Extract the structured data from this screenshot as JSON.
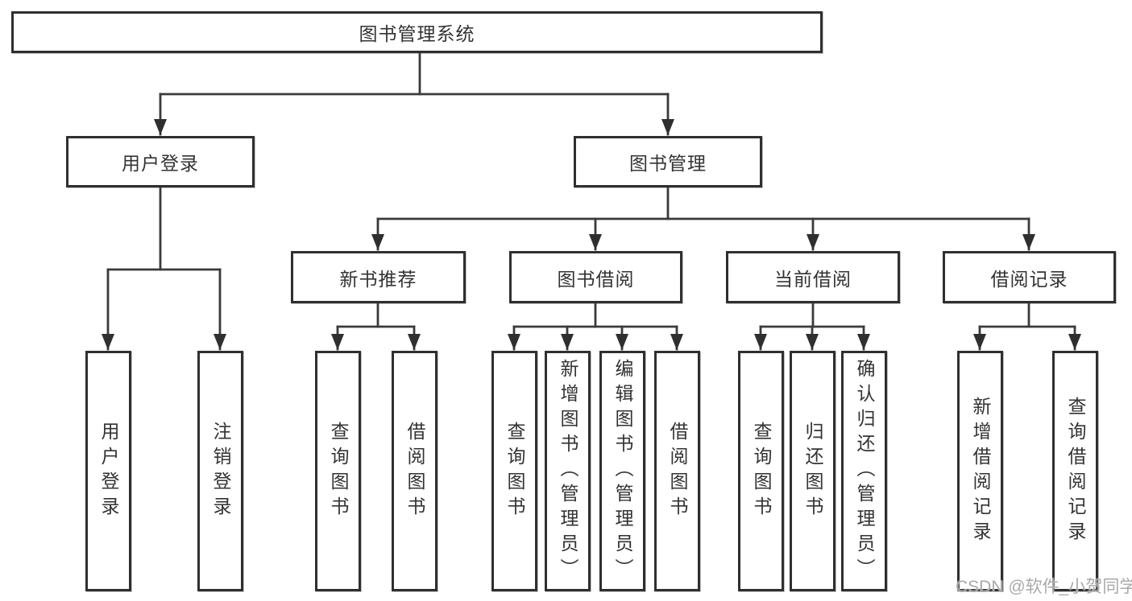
{
  "diagram": {
    "root": "图书管理系统",
    "user_login": {
      "label": "用户登录",
      "children": [
        "用户登录",
        "注销登录"
      ]
    },
    "book_mgmt": {
      "label": "图书管理",
      "groups": [
        {
          "label": "新书推荐",
          "children": [
            "查询图书",
            "借阅图书"
          ]
        },
        {
          "label": "图书借阅",
          "children": [
            "查询图书",
            "新增图书（管理员）",
            "编辑图书（管理员）",
            "借阅图书"
          ]
        },
        {
          "label": "当前借阅",
          "children": [
            "查询图书",
            "归还图书",
            "确认归还（管理员）"
          ]
        },
        {
          "label": "借阅记录",
          "children": [
            "新增借阅记录",
            "查询借阅记录"
          ]
        }
      ]
    }
  },
  "watermark": "CSDN @软件_小贺同学",
  "colors": {
    "line": "#3a3a3a",
    "box_border": "#2f2f2f",
    "text": "#333333",
    "watermark": "#a9a9a9",
    "background": "#ffffff"
  }
}
